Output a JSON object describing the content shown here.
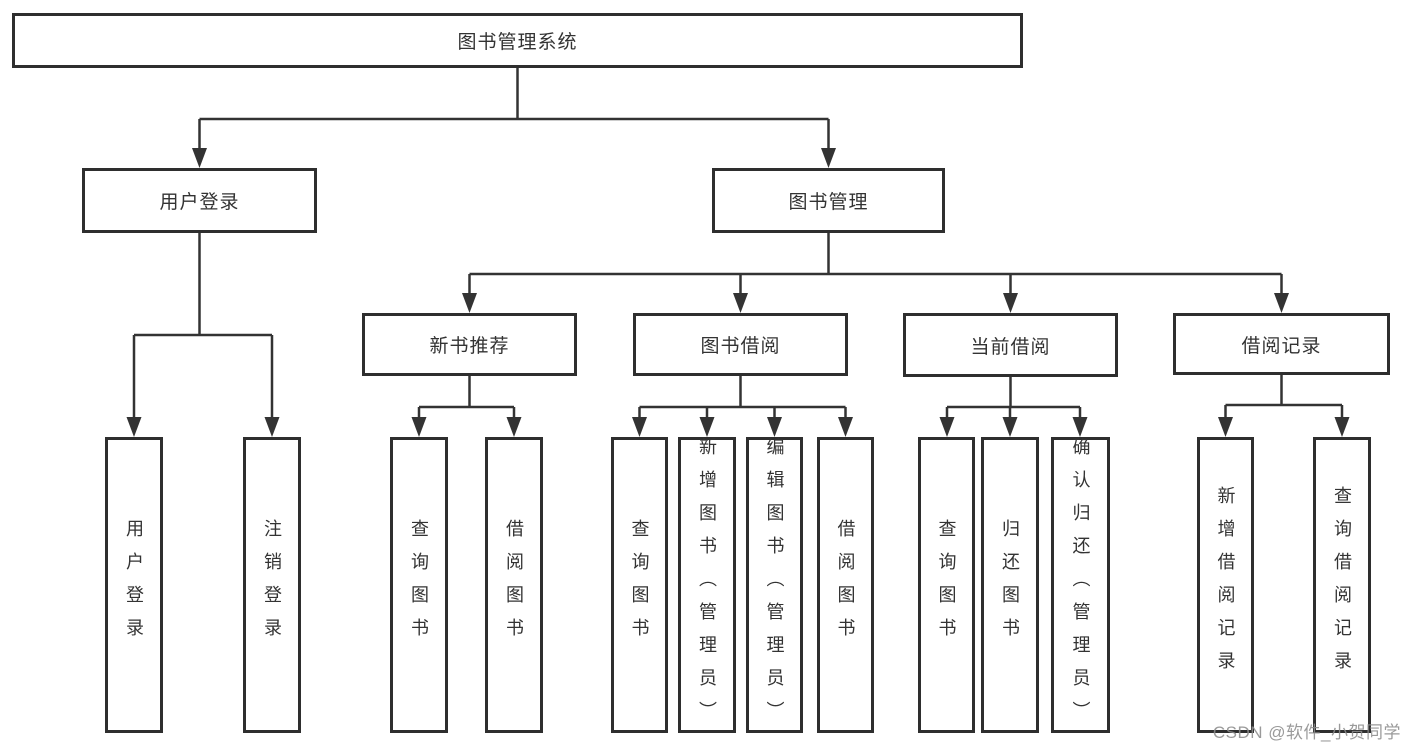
{
  "diagram": {
    "root": {
      "label": "图书管理系统"
    },
    "branches": [
      {
        "label": "用户登录",
        "children": [
          {
            "label": "用户登录"
          },
          {
            "label": "注销登录"
          }
        ]
      },
      {
        "label": "图书管理",
        "children": [
          {
            "label": "新书推荐",
            "children": [
              {
                "label": "查询图书"
              },
              {
                "label": "借阅图书"
              }
            ]
          },
          {
            "label": "图书借阅",
            "children": [
              {
                "label": "查询图书"
              },
              {
                "label": "新增图书（管理员）"
              },
              {
                "label": "编辑图书（管理员）"
              },
              {
                "label": "借阅图书"
              }
            ]
          },
          {
            "label": "当前借阅",
            "children": [
              {
                "label": "查询图书"
              },
              {
                "label": "归还图书"
              },
              {
                "label": "确认归还（管理员）"
              }
            ]
          },
          {
            "label": "借阅记录",
            "children": [
              {
                "label": "新增借阅记录"
              },
              {
                "label": "查询借阅记录"
              }
            ]
          }
        ]
      }
    ],
    "watermark": "CSDN @软件_小贺同学",
    "colors": {
      "line": "#333333",
      "box_border": "#2e2e2e",
      "text": "#333333",
      "watermark": "#8c8c8c",
      "background": "#ffffff"
    }
  }
}
